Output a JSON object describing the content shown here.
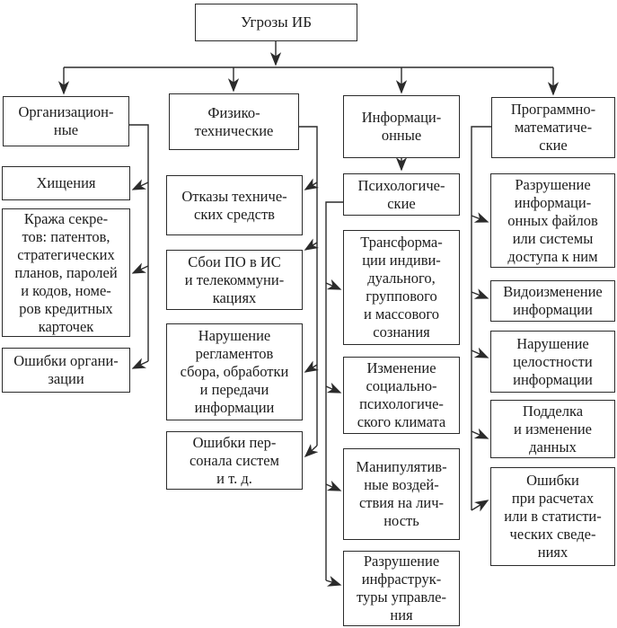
{
  "diagram": {
    "root": "Угрозы ИБ",
    "columns": [
      {
        "header": "Организацион-\nные",
        "children": [
          "Хищения",
          "Кража секре-\nтов: патентов,\nстратегических\nпланов, паролей\nи кодов, номе-\nров кредитных\nкарточек",
          "Ошибки органи-\nзации"
        ]
      },
      {
        "header": "Физико-\nтехнические",
        "children": [
          "Отказы техниче-\nских средств",
          "Сбои ПО в ИС\nи телекоммуни-\nкациях",
          "Нарушение\nрегламентов\nсбора, обработки\nи передачи\nинформации",
          "Ошибки пер-\nсонала систем\nи т. д."
        ]
      },
      {
        "header": "Информаци-\nонные",
        "children": [
          "Психологиче-\nские",
          "Трансформа-\nции индиви-\nдуального,\nгруппового\nи массового\nсознания",
          "Изменение\nсоциально-\nпсихологиче-\nского климата",
          "Манипулятив-\nные воздей-\nствия на лич-\nность",
          "Разрушение\nинфраструк-\nтуры управле-\nния"
        ]
      },
      {
        "header": "Программно-\nматематиче-\nские",
        "children": [
          "Разрушение\nинформаци-\nонных файлов\nили системы\nдоступа к ним",
          "Видоизменение\nинформации",
          "Нарушение\nцелостности\nинформации",
          "Подделка\nи изменение\nданных",
          "Ошибки\nпри расчетах\nили в статисти-\nческих сведе-\nниях"
        ]
      }
    ]
  },
  "colors": {
    "line": "#2b2b2b",
    "box_border": "#2b2b2b",
    "text": "#1c1c1c",
    "background": "#ffffff"
  }
}
